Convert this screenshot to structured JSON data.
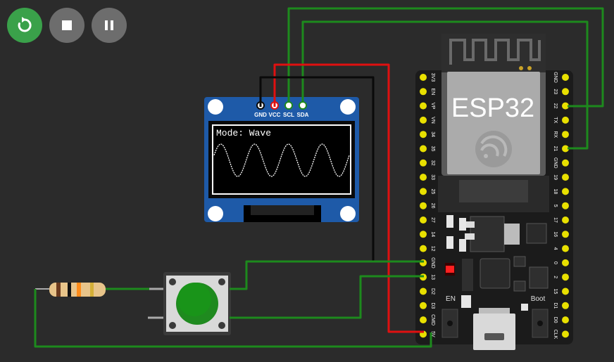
{
  "toolbar": {
    "restart_icon": "restart-icon",
    "stop_icon": "stop-icon",
    "pause_icon": "pause-icon"
  },
  "oled": {
    "pins": [
      "GND",
      "VCC",
      "SCL",
      "SDA"
    ],
    "display_text": "Mode: Wave"
  },
  "esp32": {
    "label": "ESP32",
    "left_pins": [
      "3V3",
      "EN",
      "VP",
      "VN",
      "34",
      "35",
      "32",
      "33",
      "25",
      "26",
      "27",
      "14",
      "12",
      "GND",
      "13",
      "D2",
      "D3",
      "CMD",
      "5V"
    ],
    "right_pins": [
      "GND",
      "23",
      "22",
      "TX",
      "RX",
      "21",
      "GND",
      "19",
      "18",
      "5",
      "17",
      "16",
      "4",
      "0",
      "2",
      "15",
      "D1",
      "D0",
      "CLK"
    ],
    "en_label": "EN",
    "boot_label": "Boot"
  },
  "colors": {
    "canvas": "#2b2b2b",
    "wire_green": "#1d8a1d",
    "wire_red": "#e01010",
    "wire_black": "#0a0a0a",
    "oled_board": "#1e5aa8",
    "esp_board": "#1b1b1b",
    "button_cap": "#1f8a1f"
  }
}
